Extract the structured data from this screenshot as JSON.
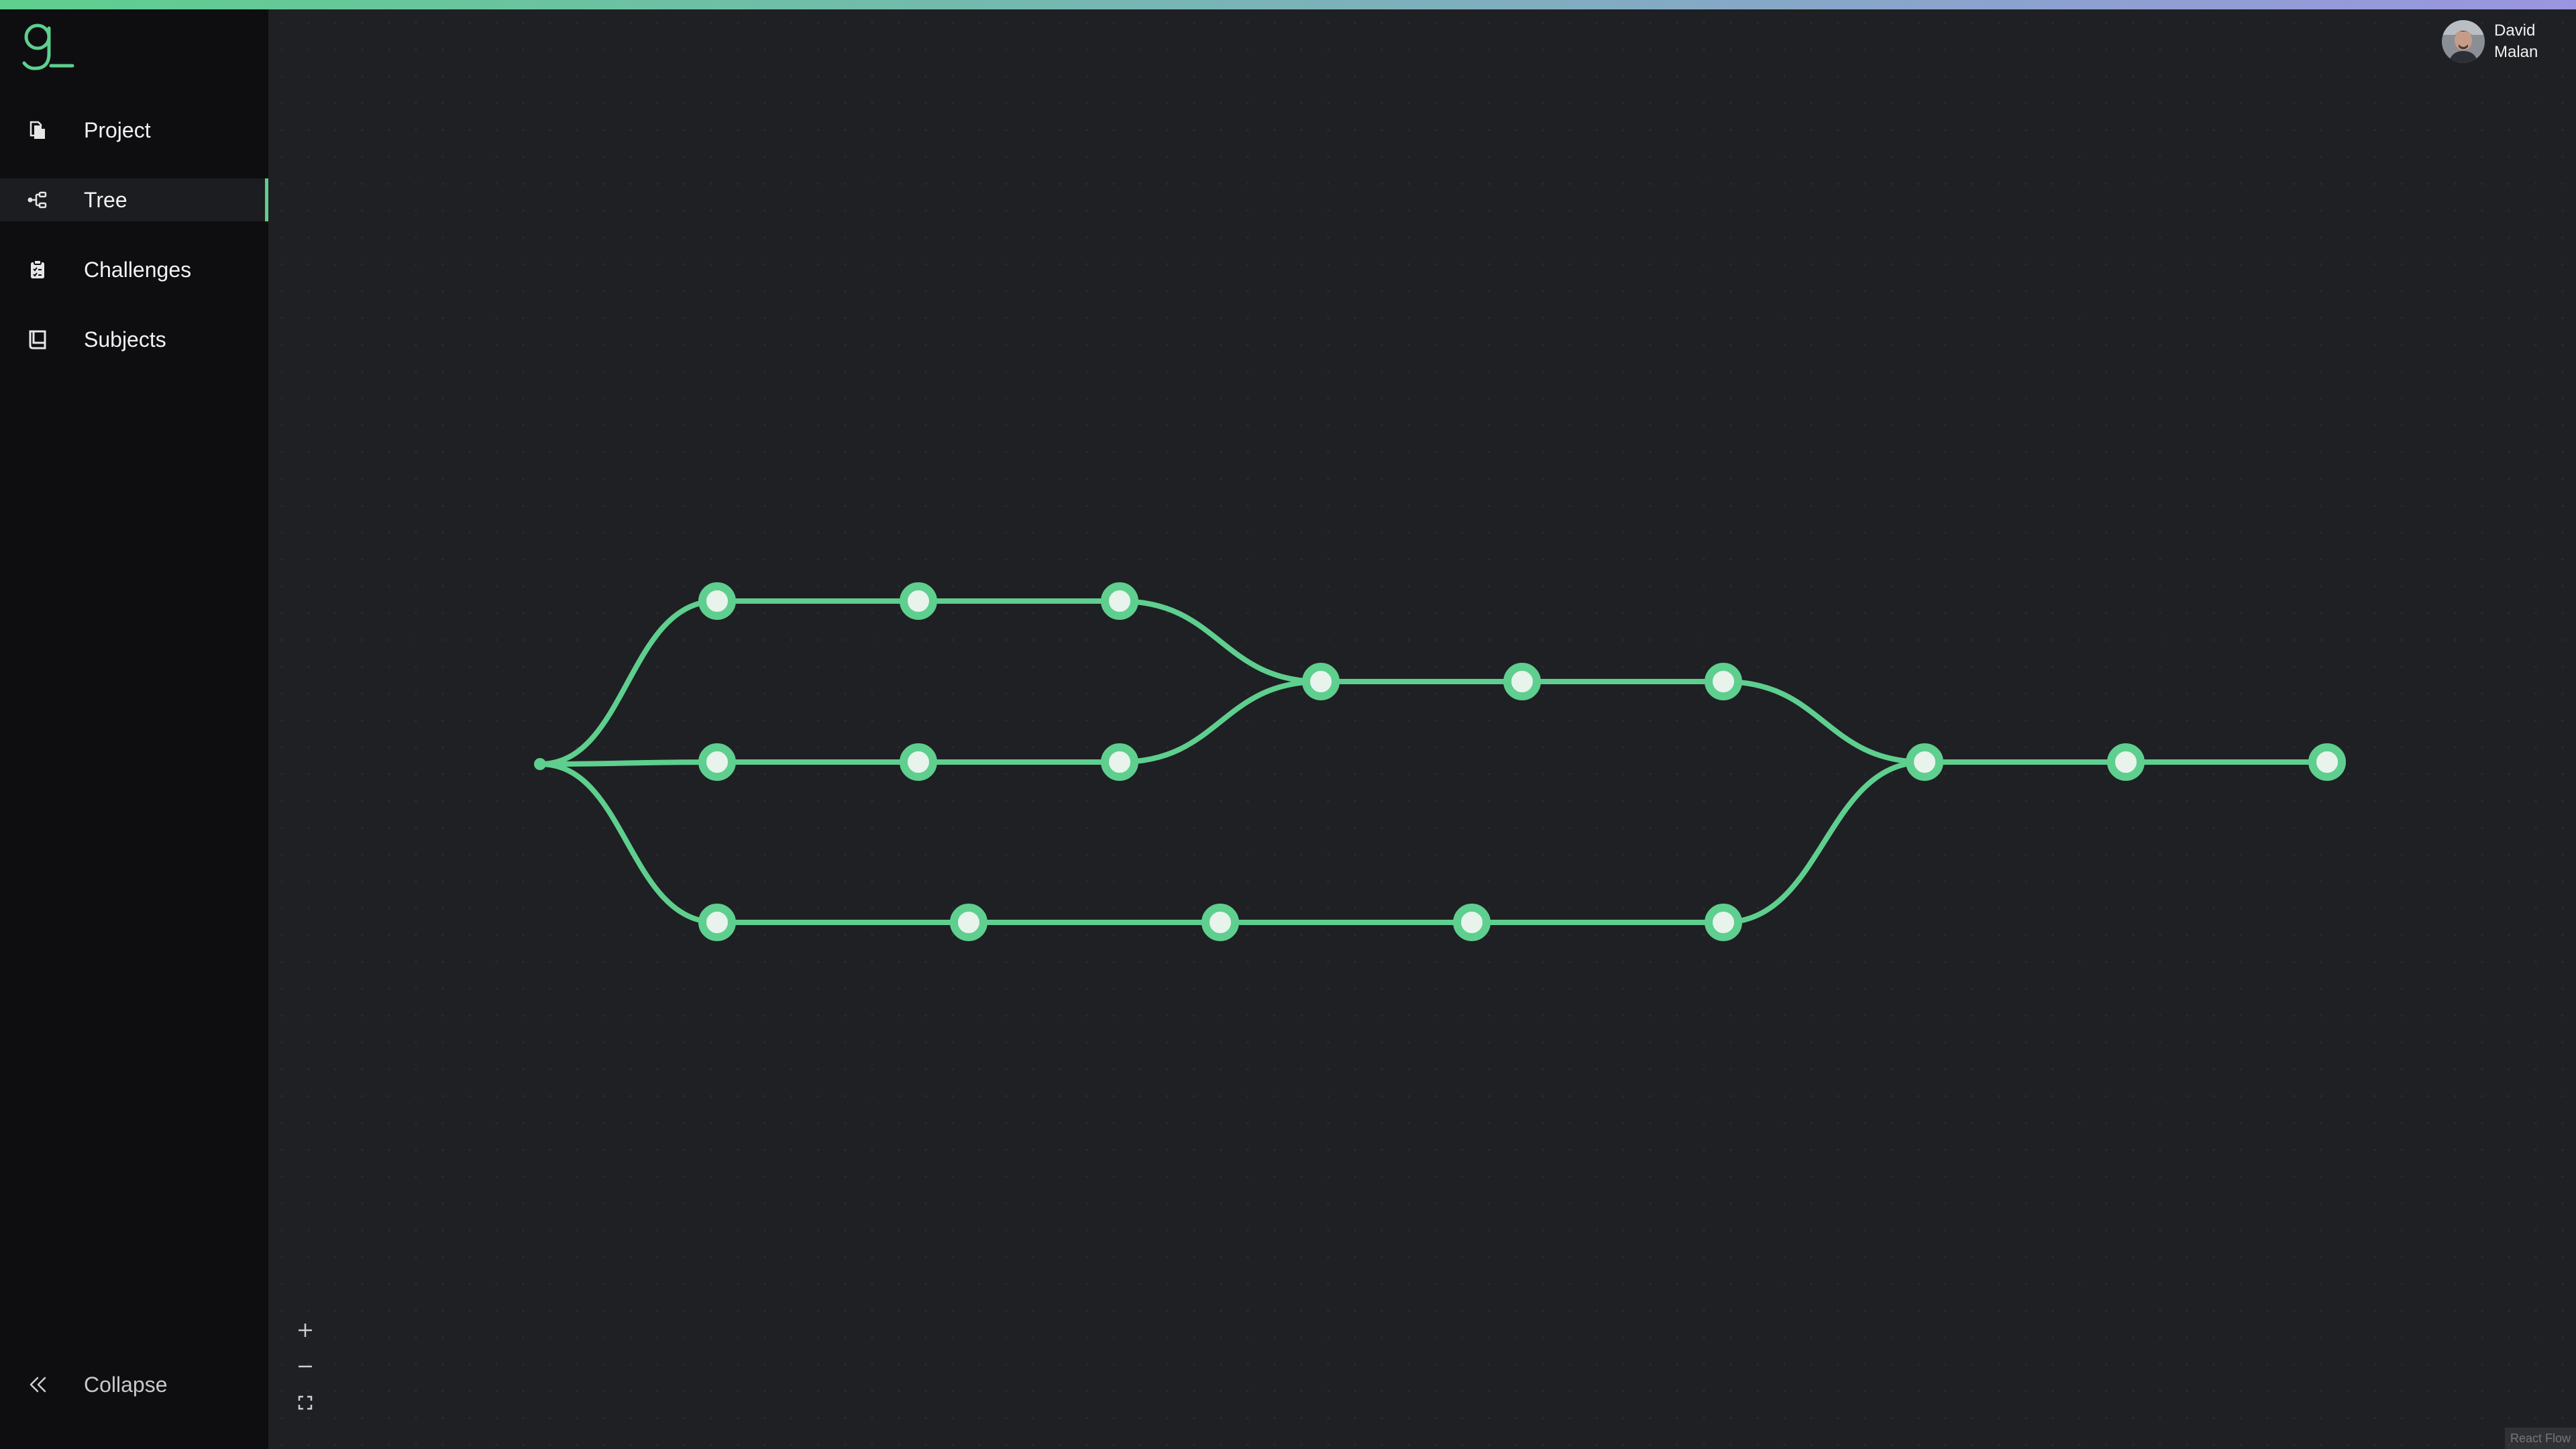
{
  "app": {
    "brand_icon": "g-logo-icon"
  },
  "colors": {
    "accent": "#5ecf8e",
    "sidebar_bg": "#0e0e11",
    "canvas_bg": "#1f2023",
    "node_fill": "#e8f3ec"
  },
  "sidebar": {
    "items": [
      {
        "label": "Project",
        "icon": "document-stack-icon",
        "active": false
      },
      {
        "label": "Tree",
        "icon": "tree-icon",
        "active": true
      },
      {
        "label": "Challenges",
        "icon": "clipboard-icon",
        "active": false
      },
      {
        "label": "Subjects",
        "icon": "book-icon",
        "active": false
      }
    ],
    "collapse_label": "Collapse"
  },
  "user": {
    "first_name": "David",
    "last_name": "Malan"
  },
  "controls": {
    "zoom_in": "plus-icon",
    "zoom_out": "minus-icon",
    "fit_view": "fit-view-icon"
  },
  "attribution": "React Flow"
}
